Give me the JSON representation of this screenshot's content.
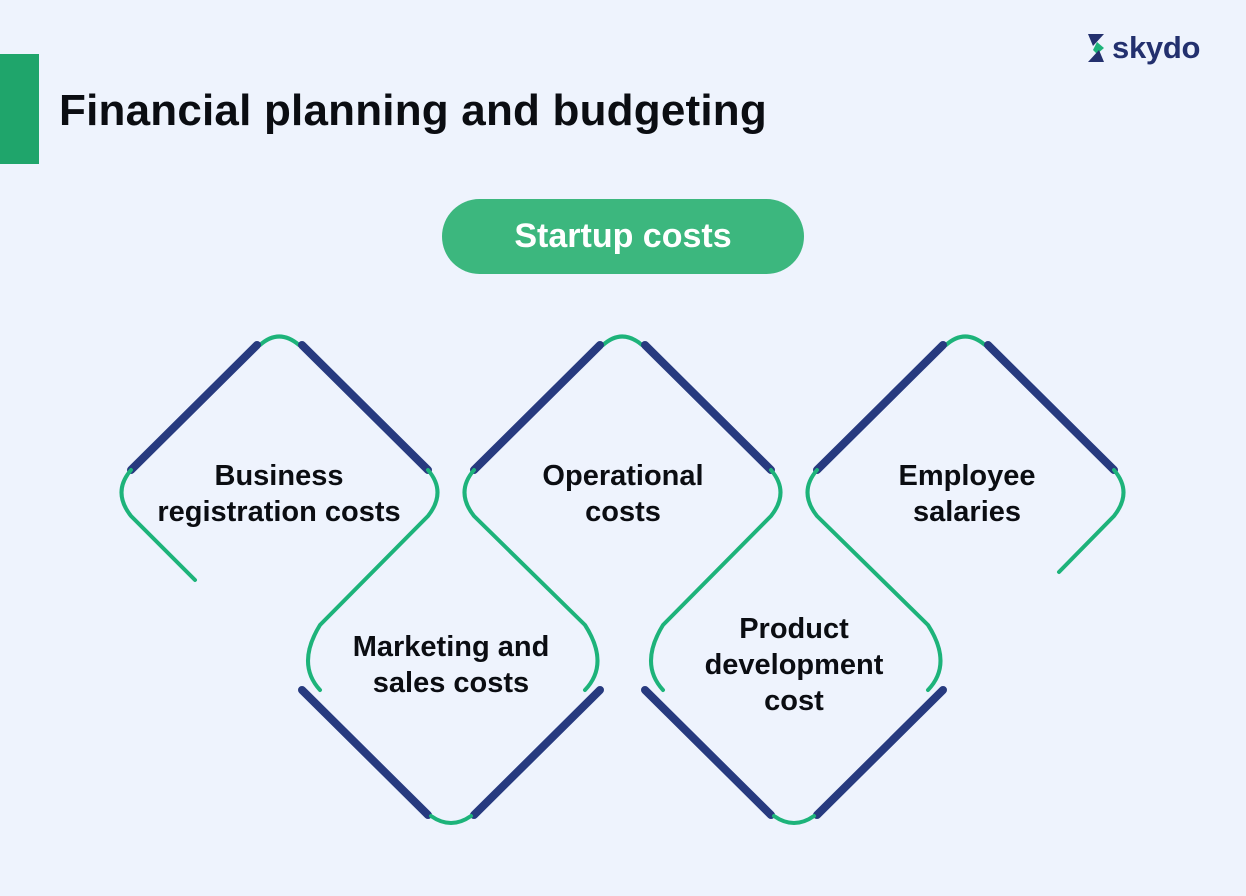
{
  "title": "Financial planning and budgeting",
  "logo": {
    "text": "skydo",
    "icon": "skydo-logo-icon"
  },
  "center": {
    "label": "Startup costs"
  },
  "colors": {
    "background": "#eef3fd",
    "accent_bar": "#1fa56b",
    "pill": "#3cb77e",
    "green_line": "#1db37a",
    "navy_line": "#273a7f",
    "title_text": "#0b0d12",
    "logo_text": "#23306e"
  },
  "items": [
    {
      "label": "Business\nregistration costs"
    },
    {
      "label": "Marketing and\nsales costs"
    },
    {
      "label": "Operational\ncosts"
    },
    {
      "label": "Product\ndevelopment\ncost"
    },
    {
      "label": "Employee\nsalaries"
    }
  ]
}
